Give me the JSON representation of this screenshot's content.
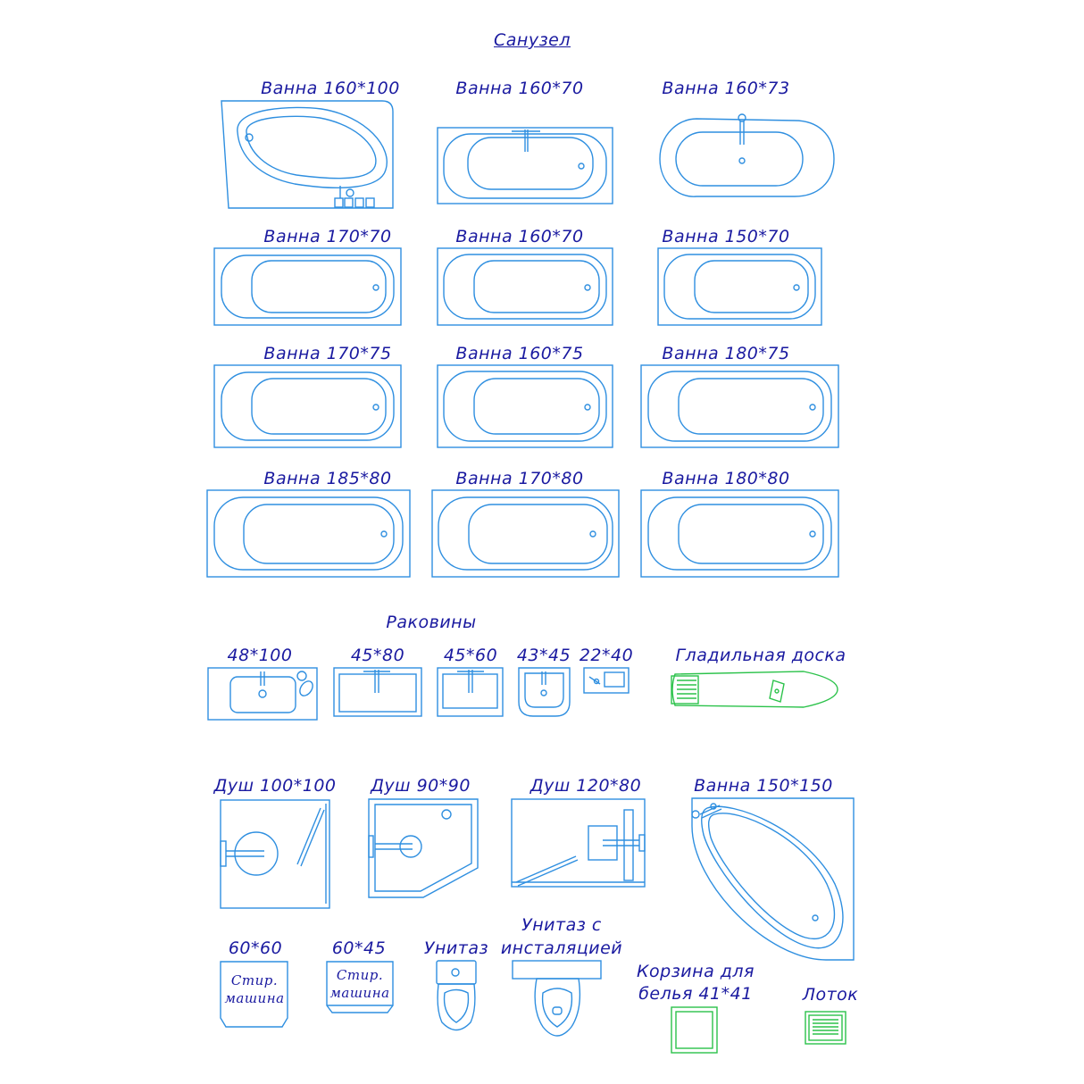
{
  "title": "Санузел",
  "baths": [
    "Ванна 160*100",
    "Ванна 160*70",
    "Ванна 160*73",
    "Ванна 170*70",
    "Ванна 160*70",
    "Ванна 150*70",
    "Ванна 170*75",
    "Ванна 160*75",
    "Ванна 180*75",
    "Ванна 185*80",
    "Ванна 170*80",
    "Ванна 180*80"
  ],
  "sinks_title": "Раковины",
  "sinks": [
    "48*100",
    "45*80",
    "45*60",
    "43*45",
    "22*40"
  ],
  "ironing_board": "Гладильная доска",
  "showers": [
    "Душ 100*100",
    "Душ 90*90",
    "Душ 120*80"
  ],
  "corner_bath": "Ванна 150*150",
  "washers": [
    {
      "size": "60*60",
      "line1": "Стир.",
      "line2": "машина"
    },
    {
      "size": "60*45",
      "line1": "Стир.",
      "line2": "машина"
    }
  ],
  "toilet": "Унитаз",
  "toilet_install_1": "Унитаз с",
  "toilet_install_2": "инсталяцией",
  "basket_1": "Корзина для",
  "basket_2": "белья 41*41",
  "tray": "Лоток",
  "colors": {
    "text": "#1a1aa0",
    "line": "#2f8fe0",
    "green": "#2bc24a"
  }
}
